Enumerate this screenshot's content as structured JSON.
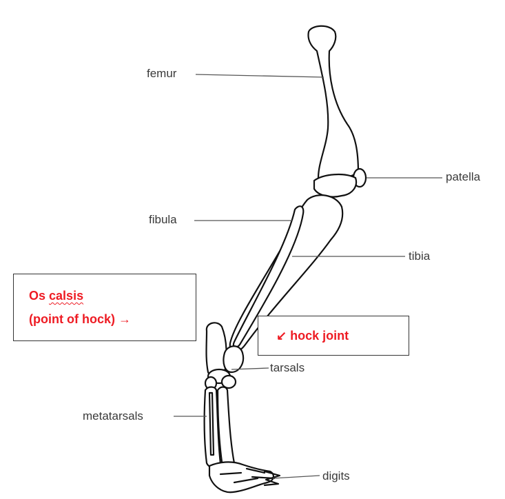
{
  "labels": {
    "femur": "femur",
    "patella": "patella",
    "fibula": "fibula",
    "tibia": "tibia",
    "tarsals": "tarsals",
    "metatarsals": "metatarsals",
    "digits": "digits"
  },
  "notes": {
    "os_calsis_word1": "Os",
    "os_calsis_word2": "calsis",
    "point_of_hock": "(point of hock) →",
    "hock_joint": "↙ hock joint"
  },
  "colors": {
    "annotation": "#ee1b23",
    "label_text": "#3a3a3a",
    "bone_outline": "#111111"
  }
}
